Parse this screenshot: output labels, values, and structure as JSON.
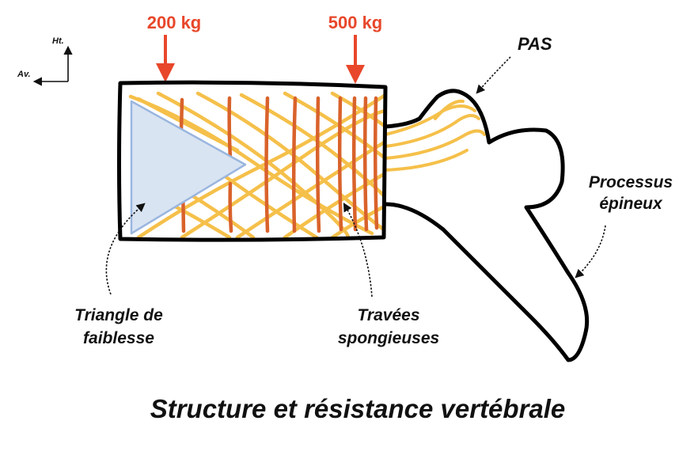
{
  "title": "Structure et résistance vertébrale",
  "axes": {
    "up": "Ht.",
    "front": "Av."
  },
  "loads": [
    {
      "label": "200 kg"
    },
    {
      "label": "500 kg"
    }
  ],
  "labels": {
    "pas": "PAS",
    "processus_line1": "Processus",
    "processus_line2": "épineux",
    "triangle_line1": "Triangle de",
    "triangle_line2": "faiblesse",
    "travees_line1": "Travées",
    "travees_line2": "spongieuses"
  },
  "colors": {
    "load_arrow": "#e8472b",
    "vertical_trabeculae": "#d9622b",
    "oblique_trabeculae": "#f5c04a",
    "weak_triangle_fill": "#d9e4f2",
    "weak_triangle_stroke": "#9ab6df",
    "outline": "#000000"
  }
}
